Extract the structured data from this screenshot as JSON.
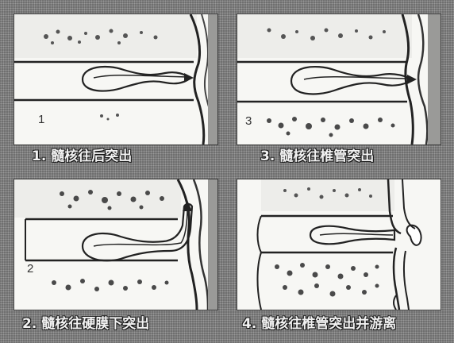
{
  "panels": [
    {
      "number": "1",
      "caption": "1. 髓核往后突出"
    },
    {
      "number": "3",
      "caption": "3. 髓核往椎管突出"
    },
    {
      "number": "2",
      "caption": "2. 髓核往硬膜下突出"
    },
    {
      "number": "",
      "caption": "4. 髓核往椎管突出并游离"
    }
  ]
}
